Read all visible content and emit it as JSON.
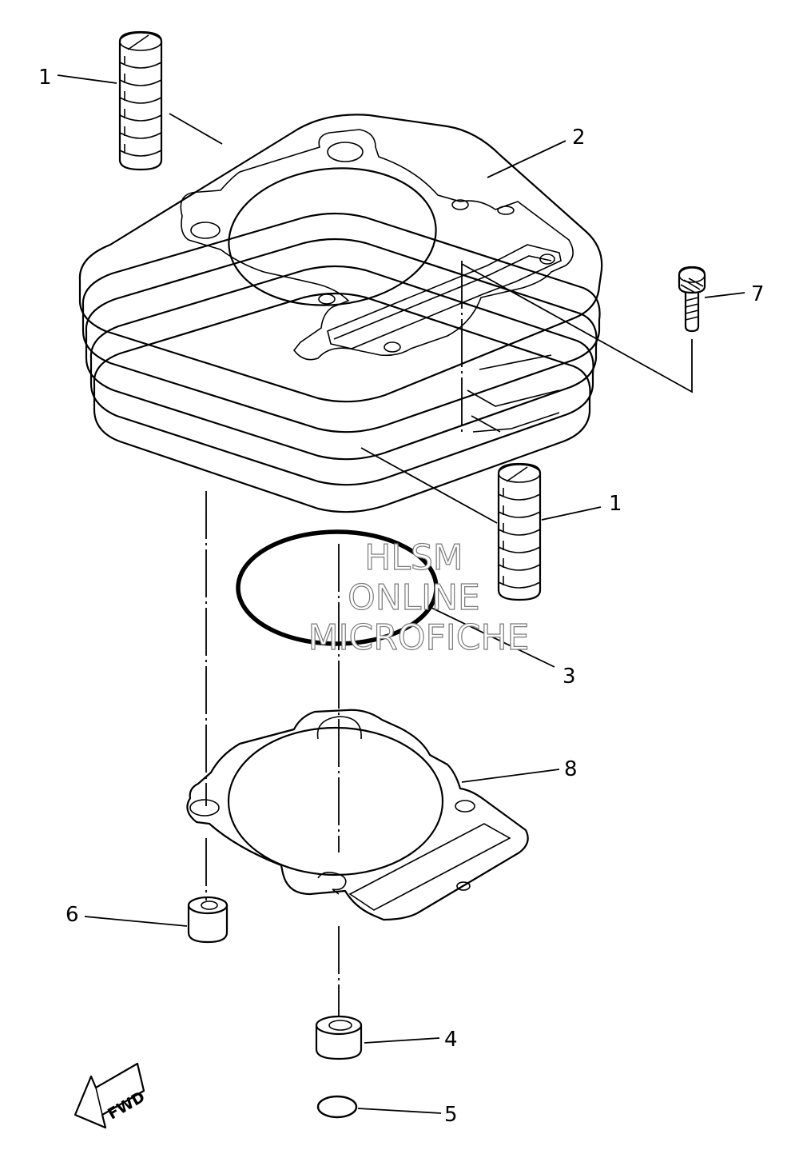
{
  "callouts": {
    "p1_top": "1",
    "p2": "2",
    "p7": "7",
    "p1_mid": "1",
    "p3": "3",
    "p8": "8",
    "p6": "6",
    "p4": "4",
    "p5": "5"
  },
  "watermark": {
    "line1": "HLSM",
    "line2": "ONLINE",
    "line3": "MICROFICHE"
  },
  "fwd_label": "FWD"
}
